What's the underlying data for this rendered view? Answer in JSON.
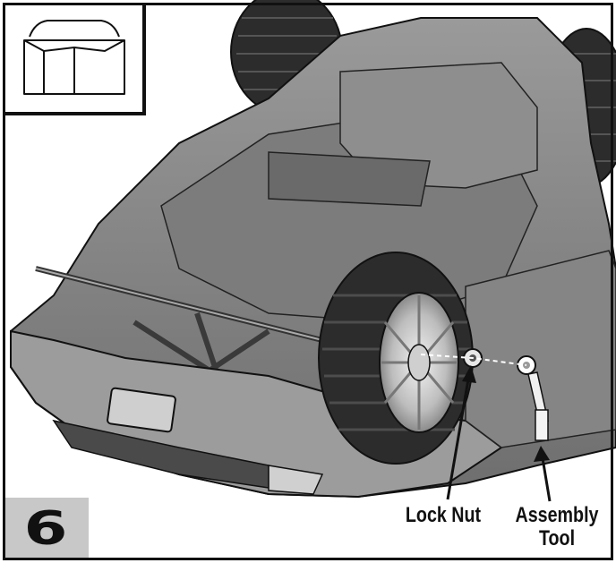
{
  "step": {
    "number": "6"
  },
  "callouts": {
    "lock_nut": "Lock Nut",
    "assembly_tool_line1": "Assembly",
    "assembly_tool_line2": "Tool"
  },
  "colors": {
    "body": "#8a8a8a",
    "tire": "#2c2c2c",
    "outline": "#111111",
    "step_box": "#c8c8c8"
  },
  "icons": {
    "inset": "car-hood-outline-icon",
    "vehicle": "ride-on-car-underside-illustration"
  }
}
